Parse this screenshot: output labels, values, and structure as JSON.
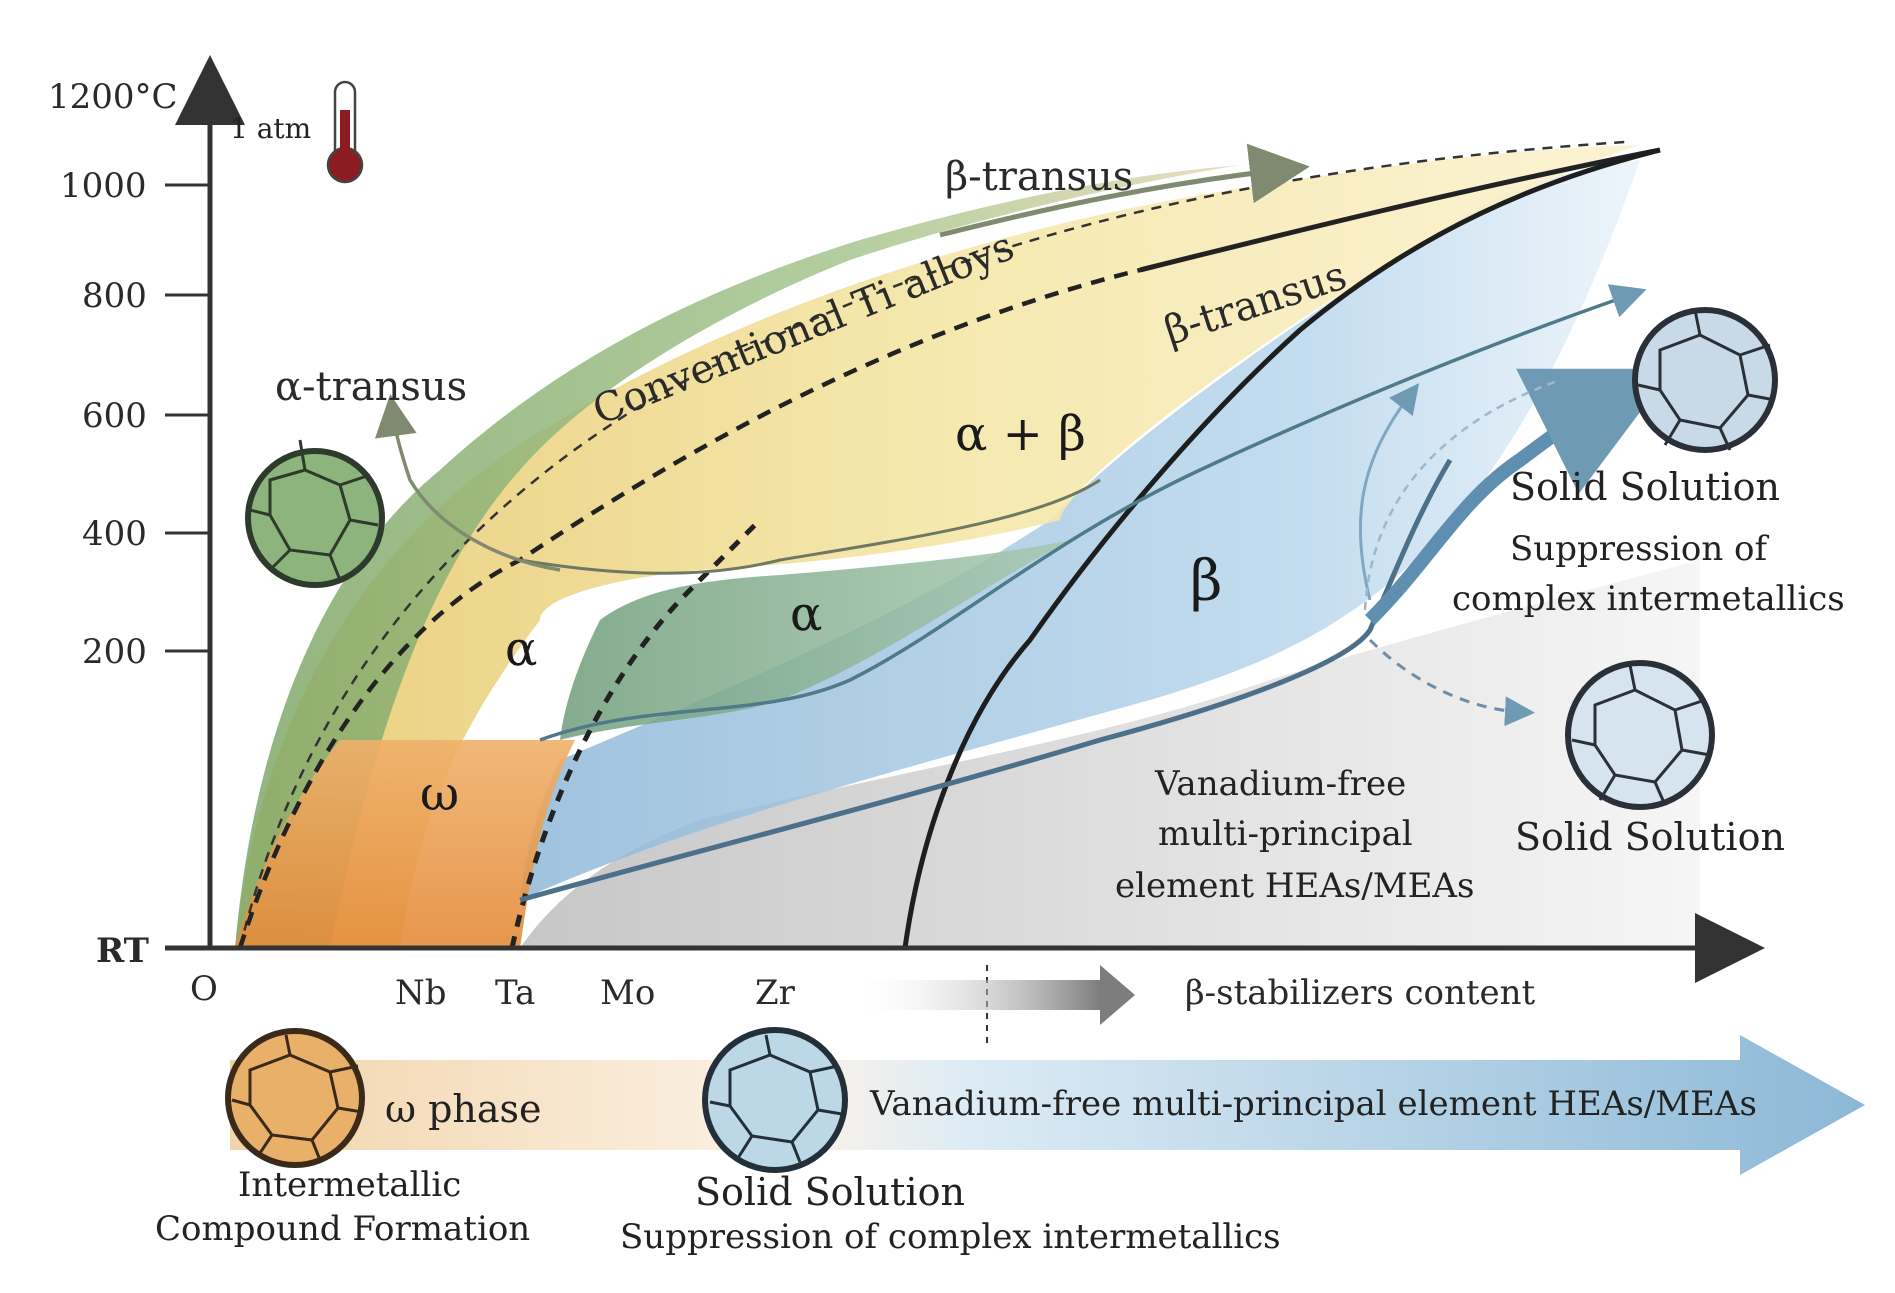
{
  "env": {
    "pressure": "1 atm",
    "icon": "thermometer-icon"
  },
  "y_axis": {
    "top_label": "1200°C",
    "ticks": [
      "1000",
      "800",
      "600",
      "400",
      "200"
    ],
    "bottom_label": "RT"
  },
  "x_axis": {
    "origin": "O",
    "elements": [
      "Nb",
      "Ta",
      "Mo",
      "Zr"
    ],
    "label": "β-stabilizers content"
  },
  "curves": {
    "beta_transus_top": "β-transus",
    "beta_transus_inner": "β-transus",
    "alpha_transus": "α-transus",
    "conventional": "Conventional Ti alloys"
  },
  "regions": {
    "alpha_left": "α",
    "alpha_right": "α",
    "alpha_beta": "α + β",
    "beta": "β",
    "omega": "ω"
  },
  "right_panel": {
    "ss1_title": "Solid Solution",
    "ss1_sub_1": "Suppression of",
    "ss1_sub_2": "complex intermetallics",
    "ss2_title": "Solid Solution",
    "hea_1": "Vanadium-free",
    "hea_2": "multi-principal",
    "hea_3": "element HEAs/MEAs"
  },
  "bottom_band": {
    "omega_label": "ω phase",
    "intermetallic_1": "Intermetallic",
    "intermetallic_2": "Compound Formation",
    "arrow_label": "Vanadium-free multi-principal element HEAs/MEAs",
    "ss_title": "Solid Solution",
    "ss_sub": "Suppression of complex intermetallics"
  },
  "colors": {
    "green": "#8fb77a",
    "yellow": "#f1e39a",
    "orange": "#eda35a",
    "blue": "#9cc6e4",
    "gray": "#c9c9c9",
    "arrow_blue": "#7fa9c4",
    "text": "#1e1e1e"
  }
}
